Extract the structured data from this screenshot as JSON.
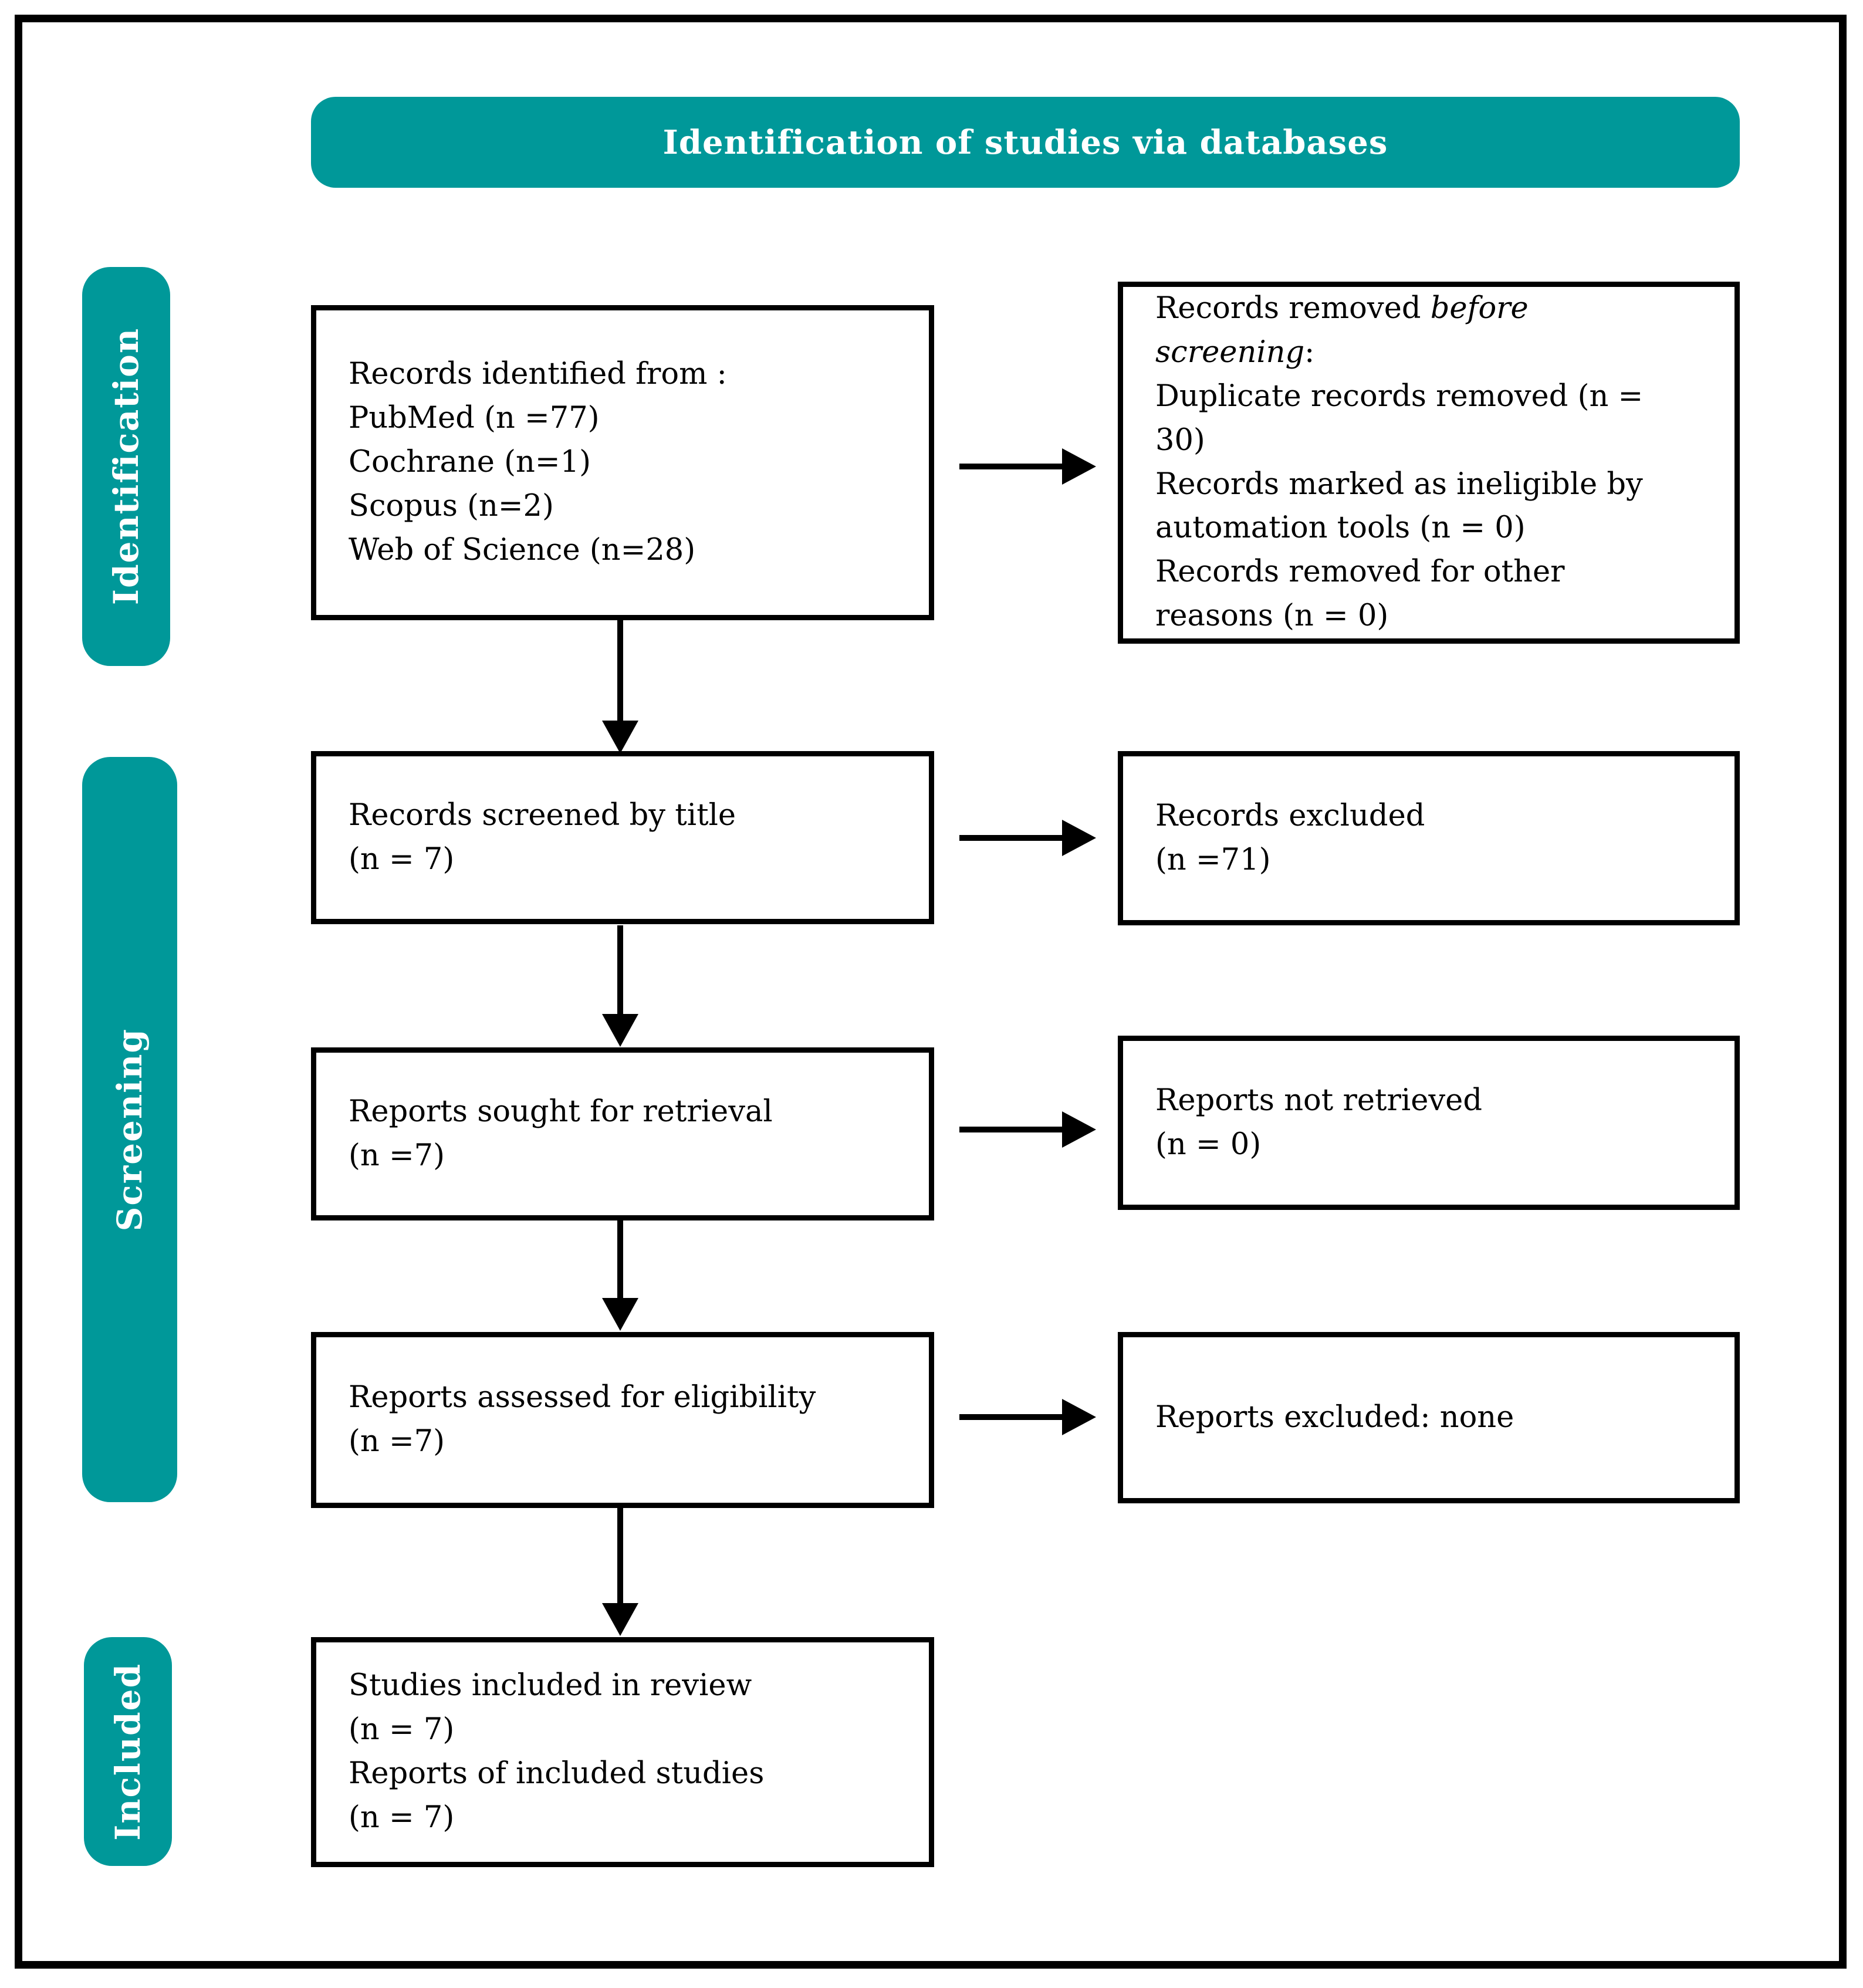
{
  "banner": {
    "title": "Identification of studies via databases"
  },
  "stages": {
    "identification": "Identification",
    "screening": "Screening",
    "included": "Included"
  },
  "boxes": {
    "identified": {
      "lines": [
        "Records identified from :",
        "PubMed (n =77)",
        "Cochrane (n=1)",
        "Scopus (n=2)",
        "Web of Science (n=28)"
      ]
    },
    "removed": {
      "prefix": "Records removed ",
      "italic": "before screening",
      "suffix": ":",
      "items": [
        "Duplicate records removed (n = 30)",
        "Records marked as ineligible by automation tools (n = 0)",
        "Records removed for other reasons (n = 0)"
      ]
    },
    "screened": {
      "lines": [
        "Records screened by title",
        "(n = 7)"
      ]
    },
    "records_excluded": {
      "lines": [
        "Records excluded",
        "(n =71)"
      ]
    },
    "sought": {
      "lines": [
        "Reports sought for retrieval",
        "(n =7)"
      ]
    },
    "not_retrieved": {
      "lines": [
        "Reports not retrieved",
        "(n = 0)"
      ]
    },
    "assessed": {
      "lines": [
        "Reports assessed for eligibility",
        "(n =7)"
      ]
    },
    "reports_excluded": {
      "lines": [
        "Reports excluded: none"
      ]
    },
    "included_review": {
      "lines": [
        "Studies included in review",
        "(n = 7)",
        "Reports of included studies",
        "(n = 7)"
      ]
    }
  },
  "colors": {
    "teal": "#009899",
    "line": "#000000",
    "text": "#000000"
  }
}
